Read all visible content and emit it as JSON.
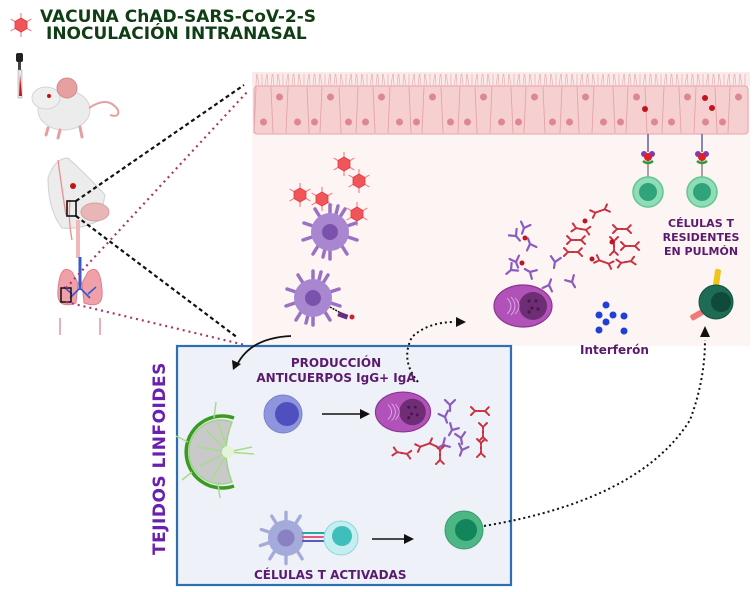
{
  "header": {
    "title_line1": "VACUNA ChAD-SARS-CoV-2-S",
    "title_line2": "INOCULACIÓN INTRANASAL"
  },
  "labels": {
    "resident_t_cells": [
      "CÉLULAS T",
      "RESIDENTES",
      "EN PULMÓN"
    ],
    "interferon": "Interferón",
    "antibody_production": [
      "PRODUCCIÓN",
      "ANTICUERPOS IgG+ IgA"
    ],
    "activated_t_cells": "CÉLULAS T ACTIVADAS",
    "lymphoid_tissues": "TEJIDOS LINFOIDES"
  },
  "colors": {
    "title": "#0f3d14",
    "label_purple": "#5b1a6e",
    "vertical_label": "#6a1fb0",
    "epithelium": "#f6cfd0",
    "lymph_box_border": "#2d6fb3",
    "lymph_box_fill": "#eef1f8",
    "virus": "#f0555a",
    "dendritic": "#9a72c4",
    "plasma_cell": "#a24aa8",
    "t_cell": "#5fc795",
    "t_cell_dark": "#1e6b56",
    "interferon": "#1f3fd6"
  },
  "icons": [
    "virus-icon",
    "dropper-icon",
    "mouse-icon",
    "head-icon",
    "lungs-icon",
    "epithelium-icon",
    "dendritic-cell-icon",
    "plasma-cell-icon",
    "antibody-icon",
    "t-cell-icon",
    "lymph-node-icon",
    "b-cell-icon"
  ]
}
